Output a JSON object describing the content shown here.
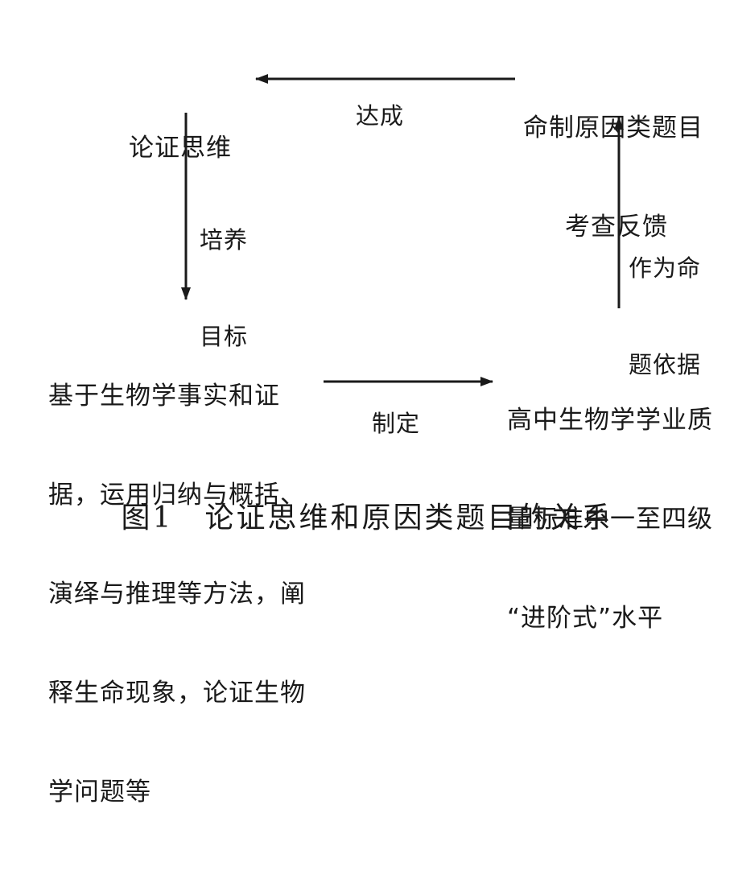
{
  "nodes": {
    "top_left": {
      "lines": [
        "论证思维"
      ]
    },
    "top_right": {
      "lines": [
        "命制原因类题目",
        "考查反馈"
      ]
    },
    "bottom_left": {
      "lines": [
        "基于生物学事实和证",
        "据，运用归纳与概括、",
        "演绎与推理等方法，阐",
        "释生命现象，论证生物",
        "学问题等"
      ]
    },
    "bottom_right": {
      "lines": [
        "高中生物学学业质",
        "量标准中一至四级",
        "“进阶式”水平"
      ]
    }
  },
  "edges": {
    "top": {
      "lines": [
        "达成"
      ]
    },
    "left": {
      "lines": [
        "培养",
        "目标"
      ]
    },
    "bottom": {
      "lines": [
        "制定"
      ]
    },
    "right": {
      "lines": [
        "作为命",
        "题依据"
      ]
    }
  },
  "caption": "图1　论证思维和原因类题目的关系",
  "colors": {
    "ink": "#1a1a1a",
    "background": "#ffffff"
  }
}
